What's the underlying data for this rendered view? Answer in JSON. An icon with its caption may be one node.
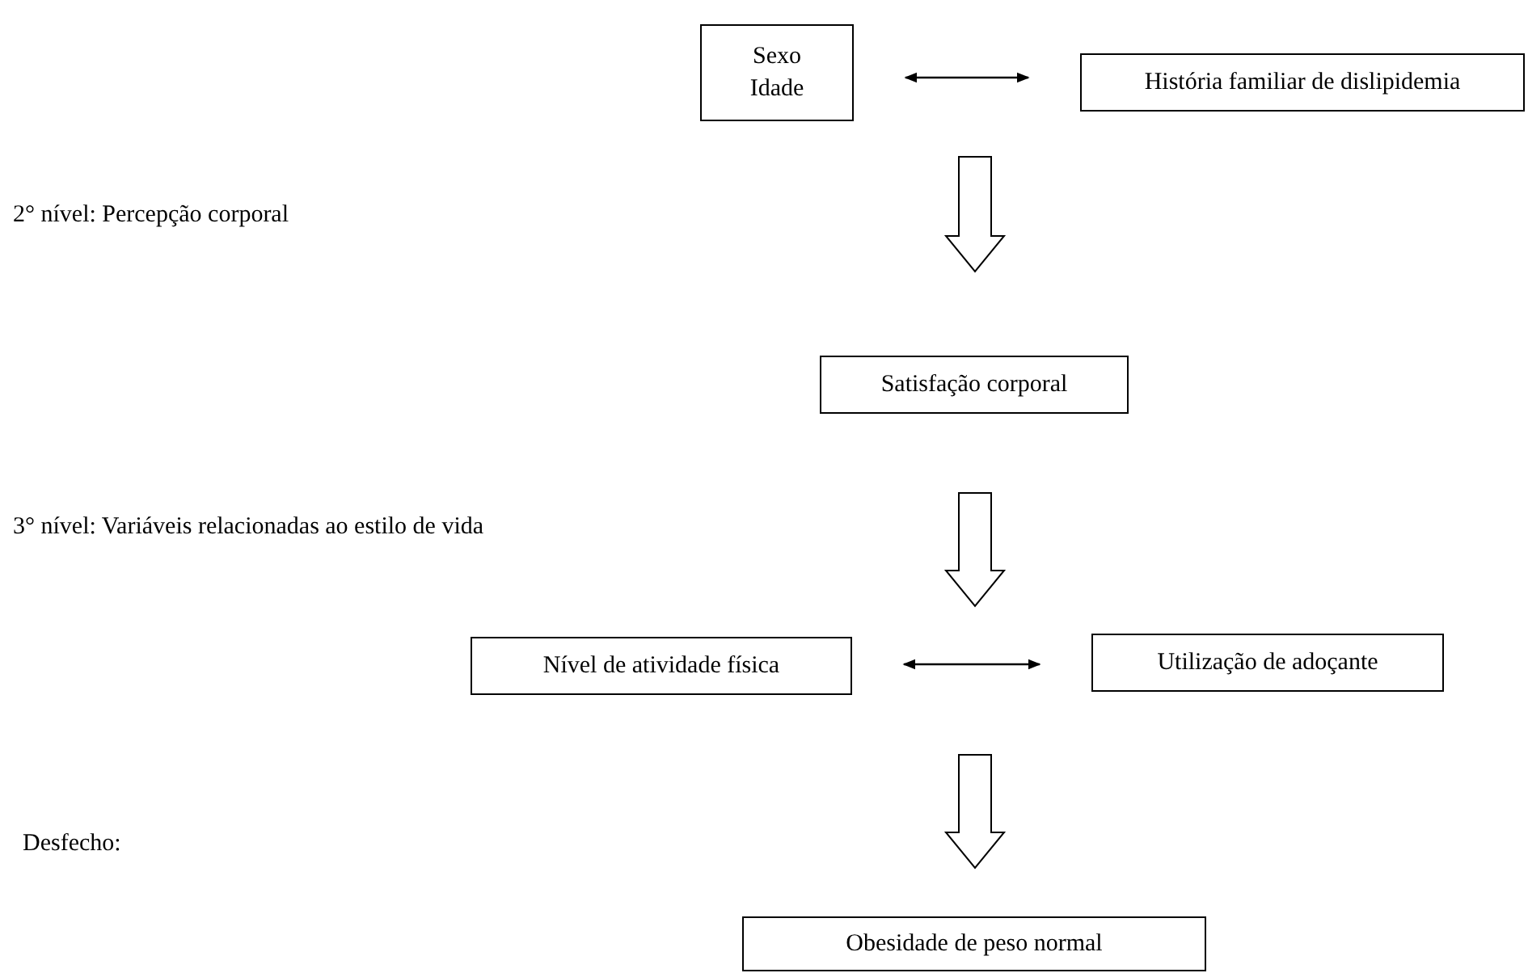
{
  "diagram": {
    "nodes": [
      {
        "text": [
          "Sexo",
          "Idade"
        ]
      },
      {
        "text": [
          "História familiar de dislipidemia"
        ]
      },
      {
        "text": [
          "Satisfação corporal"
        ]
      },
      {
        "text": [
          "Nível de atividade física"
        ]
      },
      {
        "text": [
          "Utilização de adoçante"
        ]
      },
      {
        "text": [
          "Obesidade de peso normal"
        ]
      }
    ],
    "edges": [
      {
        "from": 0,
        "to": 1,
        "arrow": "both"
      },
      {
        "from": 0,
        "to": 2,
        "arrow": "to",
        "style": "thick"
      },
      {
        "from": 1,
        "to": 2,
        "arrow": "to",
        "style": "thick"
      },
      {
        "from": 2,
        "to": 3,
        "arrow": "to",
        "style": "thick"
      },
      {
        "from": 2,
        "to": 4,
        "arrow": "to",
        "style": "thick"
      },
      {
        "from": 3,
        "to": 4,
        "arrow": "both"
      },
      {
        "from": null,
        "to": 5,
        "arrow": "to",
        "style": "thick"
      }
    ],
    "labels": [
      "2° nível: Percepção corporal",
      "3° nível: Variáveis relacionadas ao estilo de vida",
      "Desfecho:"
    ]
  }
}
